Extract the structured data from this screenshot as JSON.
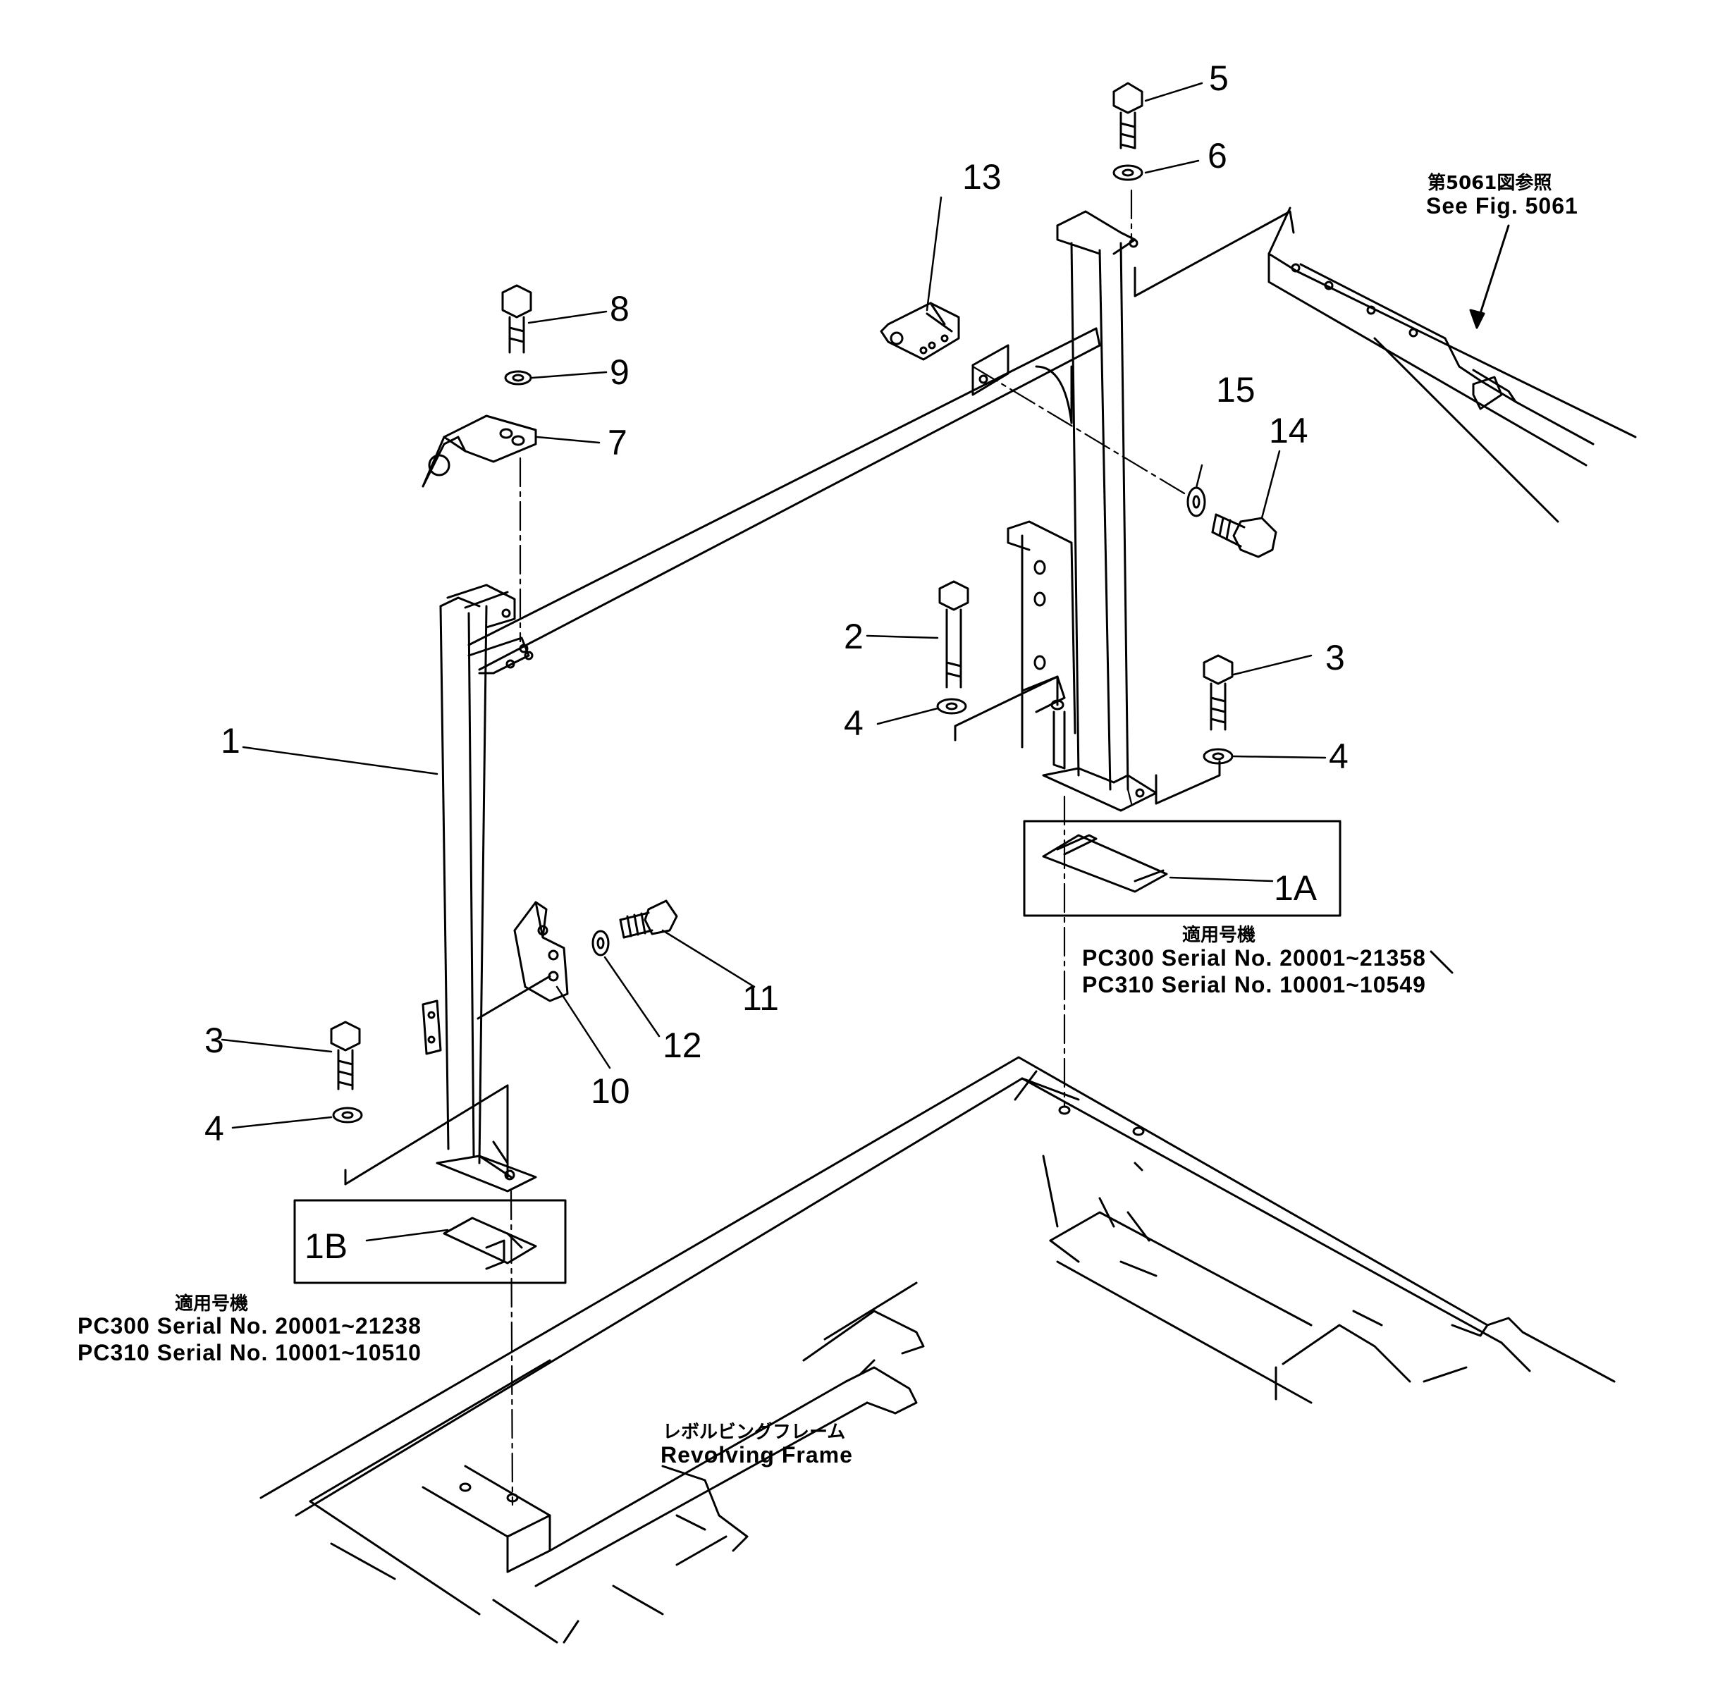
{
  "callouts": {
    "c1": "1",
    "c1a": "1A",
    "c1b": "1B",
    "c2": "2",
    "c3a": "3",
    "c3b": "3",
    "c4a": "4",
    "c4b": "4",
    "c4c": "4",
    "c5": "5",
    "c6": "6",
    "c7": "7",
    "c8": "8",
    "c9": "9",
    "c10": "10",
    "c11": "11",
    "c12": "12",
    "c13": "13",
    "c14": "14",
    "c15": "15"
  },
  "reference": {
    "jp": "第5061図参照",
    "en": "See Fig. 5061"
  },
  "applicability_1a": {
    "heading": "適用号機",
    "line1": "PC300  Serial  No.  20001~21358",
    "line2": "PC310  Serial  No.  10001~10549"
  },
  "applicability_1b": {
    "heading": "適用号機",
    "line1": "PC300  Serial  No.  20001~21238",
    "line2": "PC310  Serial  No.  10001~10510"
  },
  "frame_label": {
    "jp": "レボルビングフレーム",
    "en": "Revolving  Frame"
  }
}
